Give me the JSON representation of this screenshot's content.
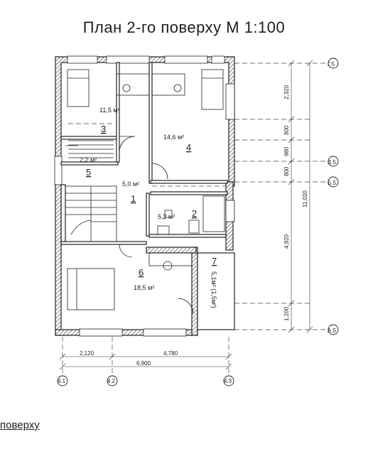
{
  "title": "План 2-го поверху М 1:100",
  "caption": "поверху",
  "rooms": [
    {
      "num": "1",
      "area": "5,0 м²"
    },
    {
      "num": "2",
      "area": "5,2 м²"
    },
    {
      "num": "3",
      "area": "11,5 м²"
    },
    {
      "num": "4",
      "area": "14,6 м²"
    },
    {
      "num": "5",
      "area": "2,2 м²"
    },
    {
      "num": "6",
      "area": "18,5 м²"
    },
    {
      "num": "7",
      "area": "5,1м² (1,5м²)"
    }
  ],
  "right_dims": [
    "2,320",
    "800",
    "980",
    "800",
    "4,920",
    "1,200"
  ],
  "right_total": "11,020",
  "bottom_dims": [
    "2,120",
    "4,780"
  ],
  "bottom_total": "6,900",
  "axes_right": [
    "Г.5",
    "В.5",
    "Б.5",
    "А.5"
  ],
  "axes_bottom": [
    "4.1",
    "4.2",
    "4.3"
  ]
}
